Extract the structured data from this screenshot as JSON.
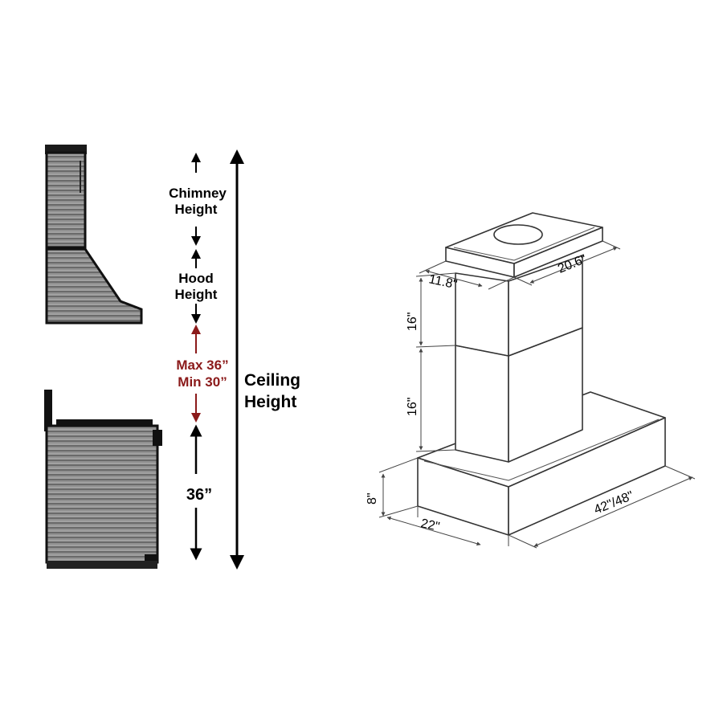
{
  "side_view": {
    "chimney_label_1": "Chimney",
    "chimney_label_2": "Height",
    "hood_label_1": "Hood",
    "hood_label_2": "Height",
    "max_label": "Max 36”",
    "min_label": "Min 30”",
    "counter_label": "36”",
    "ceiling_label_1": "Ceiling",
    "ceiling_label_2": "Height",
    "accent_color": "#8b1a1a"
  },
  "iso_view": {
    "chimney_depth": "11.8\"",
    "chimney_width": "20.6\"",
    "upper_section": "16\"",
    "lower_section": "16\"",
    "hood_height": "8\"",
    "hood_depth": "22\"",
    "hood_width": "42\"/48\""
  }
}
